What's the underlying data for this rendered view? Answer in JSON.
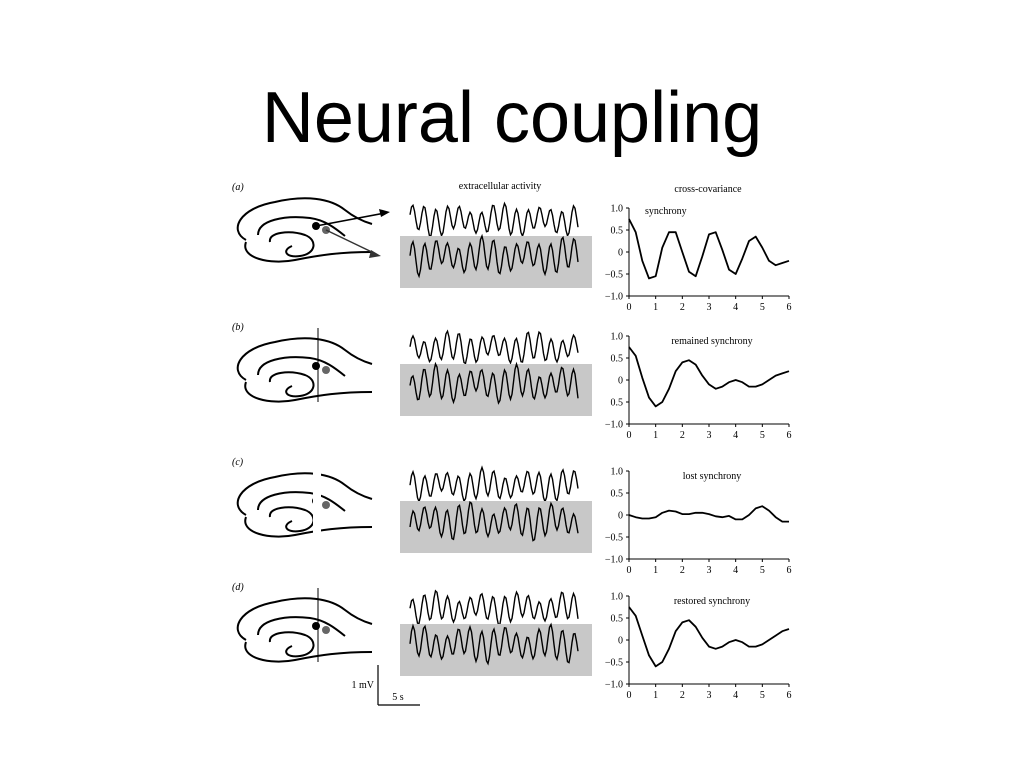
{
  "slide": {
    "title": "Neural coupling"
  },
  "figure": {
    "col_header_extracellular": "extracellular activity",
    "col_header_crosscov": "cross-covariance",
    "scale_bar": {
      "voltage": "1 mV",
      "time": "5 s"
    }
  },
  "panels": [
    {
      "letter": "(a)",
      "label": "synchrony",
      "cut": "none"
    },
    {
      "letter": "(b)",
      "label": "remained synchrony",
      "cut": "between"
    },
    {
      "letter": "(c)",
      "label": "lost synchrony",
      "cut": "gap"
    },
    {
      "letter": "(d)",
      "label": "restored synchrony",
      "cut": "between"
    }
  ],
  "chart_data": [
    {
      "type": "line",
      "title": "synchrony",
      "x_ticks": [
        "0",
        "1",
        "2",
        "3",
        "4",
        "5",
        "6"
      ],
      "y_ticks": [
        "1.0",
        "0.5",
        "0",
        "−0.5",
        "−1.0"
      ],
      "xlim": [
        0,
        6
      ],
      "ylim": [
        -1,
        1
      ],
      "series": [
        {
          "x": [
            0,
            0.25,
            0.5,
            0.75,
            1,
            1.25,
            1.5,
            1.75,
            2,
            2.25,
            2.5,
            2.75,
            3,
            3.25,
            3.5,
            3.75,
            4,
            4.25,
            4.5,
            4.75,
            5,
            5.25,
            5.5,
            5.75,
            6
          ],
          "y": [
            0.75,
            0.45,
            -0.2,
            -0.6,
            -0.55,
            0.1,
            0.45,
            0.45,
            0.0,
            -0.45,
            -0.55,
            -0.1,
            0.4,
            0.45,
            0.05,
            -0.4,
            -0.5,
            -0.15,
            0.25,
            0.35,
            0.1,
            -0.2,
            -0.3,
            -0.25,
            -0.2
          ]
        }
      ]
    },
    {
      "type": "line",
      "title": "remained synchrony",
      "x_ticks": [
        "0",
        "1",
        "2",
        "3",
        "4",
        "5",
        "6"
      ],
      "y_ticks": [
        "1.0",
        "0.5",
        "0",
        "0.5",
        "−1.0"
      ],
      "xlim": [
        0,
        6
      ],
      "ylim": [
        -1,
        1
      ],
      "series": [
        {
          "x": [
            0,
            0.25,
            0.5,
            0.75,
            1,
            1.25,
            1.5,
            1.75,
            2,
            2.25,
            2.5,
            2.75,
            3,
            3.25,
            3.5,
            3.75,
            4,
            4.25,
            4.5,
            4.75,
            5,
            5.25,
            5.5,
            5.75,
            6
          ],
          "y": [
            0.75,
            0.55,
            0.05,
            -0.4,
            -0.6,
            -0.5,
            -0.2,
            0.2,
            0.4,
            0.45,
            0.35,
            0.1,
            -0.1,
            -0.2,
            -0.15,
            -0.05,
            0.0,
            -0.05,
            -0.15,
            -0.15,
            -0.1,
            0.0,
            0.1,
            0.15,
            0.2
          ]
        }
      ]
    },
    {
      "type": "line",
      "title": "lost synchrony",
      "x_ticks": [
        "0",
        "1",
        "2",
        "3",
        "4",
        "5",
        "6"
      ],
      "y_ticks": [
        "1.0",
        "0.5",
        "0",
        "−0.5",
        "−1.0"
      ],
      "xlim": [
        0,
        6
      ],
      "ylim": [
        -1,
        1
      ],
      "series": [
        {
          "x": [
            0,
            0.25,
            0.5,
            0.75,
            1,
            1.25,
            1.5,
            1.75,
            2,
            2.25,
            2.5,
            2.75,
            3,
            3.25,
            3.5,
            3.75,
            4,
            4.25,
            4.5,
            4.75,
            5,
            5.25,
            5.5,
            5.75,
            6
          ],
          "y": [
            0.0,
            -0.05,
            -0.08,
            -0.08,
            -0.05,
            0.05,
            0.1,
            0.08,
            0.02,
            0.02,
            0.05,
            0.05,
            0.02,
            -0.03,
            -0.05,
            -0.02,
            -0.1,
            -0.1,
            0.0,
            0.15,
            0.2,
            0.1,
            -0.05,
            -0.15,
            -0.15
          ]
        }
      ]
    },
    {
      "type": "line",
      "title": "restored synchrony",
      "x_ticks": [
        "0",
        "1",
        "2",
        "3",
        "4",
        "5",
        "6"
      ],
      "y_ticks": [
        "1.0",
        "0.5",
        "0",
        "−0.5",
        "−1.0"
      ],
      "xlim": [
        0,
        6
      ],
      "ylim": [
        -1,
        1
      ],
      "series": [
        {
          "x": [
            0,
            0.25,
            0.5,
            0.75,
            1,
            1.25,
            1.5,
            1.75,
            2,
            2.25,
            2.5,
            2.75,
            3,
            3.25,
            3.5,
            3.75,
            4,
            4.25,
            4.5,
            4.75,
            5,
            5.25,
            5.5,
            5.75,
            6
          ],
          "y": [
            0.75,
            0.55,
            0.1,
            -0.35,
            -0.6,
            -0.5,
            -0.2,
            0.2,
            0.4,
            0.45,
            0.3,
            0.05,
            -0.15,
            -0.2,
            -0.15,
            -0.05,
            0.0,
            -0.05,
            -0.15,
            -0.15,
            -0.1,
            0.0,
            0.1,
            0.2,
            0.25
          ]
        }
      ]
    }
  ]
}
